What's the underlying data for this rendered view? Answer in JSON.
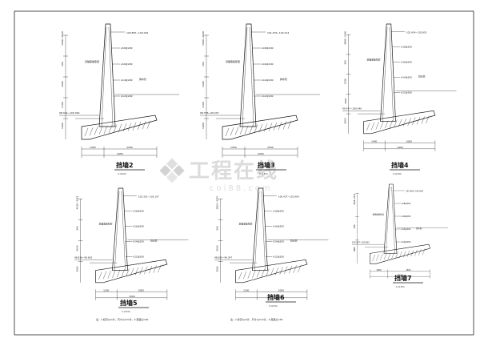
{
  "sheet": {
    "watermark": {
      "brand_text": "工程在线",
      "brand_sub": "coi88.com"
    }
  },
  "walls": [
    {
      "id": "wall-2",
      "caption": "挡墙2",
      "subcaption": "1:4.5m",
      "top_level": "100.867~102.016",
      "heel_level": "98.324~100.320",
      "dims": [
        "1450",
        "4450",
        "3300"
      ],
      "height_dims": [
        "5000~3640",
        "500",
        "1000",
        "1500",
        "1000"
      ]
    },
    {
      "id": "wall-3",
      "caption": "挡墙3",
      "subcaption": "1:4.5m",
      "top_level": "101.476~102.414",
      "heel_level": "98.756~99.347",
      "dims": [
        "1450",
        "4450",
        "3300"
      ],
      "height_dims": [
        "5000~4640",
        "500",
        "1000",
        "1500",
        "1000"
      ]
    },
    {
      "id": "wall-4",
      "caption": "挡墙4",
      "subcaption": "1:4.5m",
      "top_level": "102.414~102.651",
      "heel_level": "99.347~100.040",
      "dims": [
        "1400",
        "4400",
        "3000"
      ],
      "height_dims": [
        "4890~3760",
        "500",
        "1000",
        "1500",
        "1000"
      ]
    },
    {
      "id": "wall-5",
      "caption": "挡墙5",
      "subcaption": "1:4.5m",
      "top_level": "102.351~102.107",
      "heel_level": "98.816~99.603",
      "dims": [
        "1200",
        "3200",
        "2000"
      ],
      "height_dims": [
        "4110~3351",
        "500",
        "1000",
        "1500"
      ]
    },
    {
      "id": "wall-6",
      "caption": "挡墙6",
      "subcaption": "1:4.5m",
      "top_level": "100.437~101.904",
      "heel_level": "98.650~99.247",
      "dims": [
        "1200",
        "3200",
        "2000"
      ],
      "height_dims": [
        "3800~3157",
        "500",
        "1000",
        "1500"
      ]
    },
    {
      "id": "wall-7",
      "caption": "挡墙7",
      "subcaption": "1:4.5m",
      "top_level": "101.904~102.654",
      "heel_level": "100.547~100.832",
      "dims": [
        "1000",
        "2500",
        "1500"
      ],
      "height_dims": [
        "3298~2521",
        "500",
        "1000"
      ]
    }
  ],
  "notes": {
    "note_5": "注：1.标高以m计，尺寸以mm计，2.混凝土C30",
    "note_6": "注：1.标高以m计，尺寸以mm计，2.混凝土C30"
  },
  "callouts": {
    "rebar_a": "A18@200",
    "rebar_b": "A16@200",
    "rebar_c": "A14@200",
    "rebar_d": "A12@200",
    "pile": "基础底板垫层",
    "tag": "排水管"
  }
}
